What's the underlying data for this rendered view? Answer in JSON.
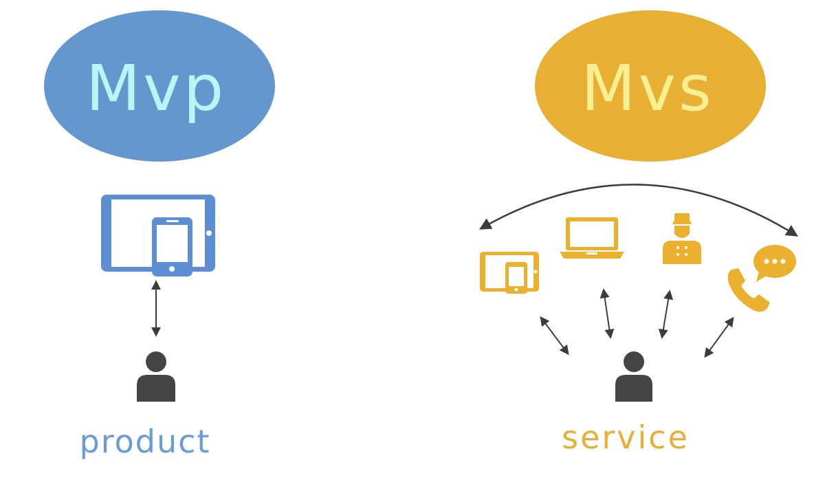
{
  "left": {
    "title": "Mvp",
    "caption": "product",
    "icons": [
      "tablet-phone-icon",
      "person-icon"
    ]
  },
  "right": {
    "title": "Mvs",
    "caption": "service",
    "icons": [
      "tablet-phone-icon",
      "laptop-icon",
      "bellhop-icon",
      "phone-chat-icon",
      "person-icon"
    ]
  },
  "colors": {
    "blue": "#6597cf",
    "blue_title": "#b9f5f3",
    "blue_icon": "#5d8ed4",
    "orange": "#e7b033",
    "orange_title": "#f7ef92",
    "orange_icon": "#eab02e",
    "arrow": "#3c3c3c",
    "person": "#444444"
  }
}
